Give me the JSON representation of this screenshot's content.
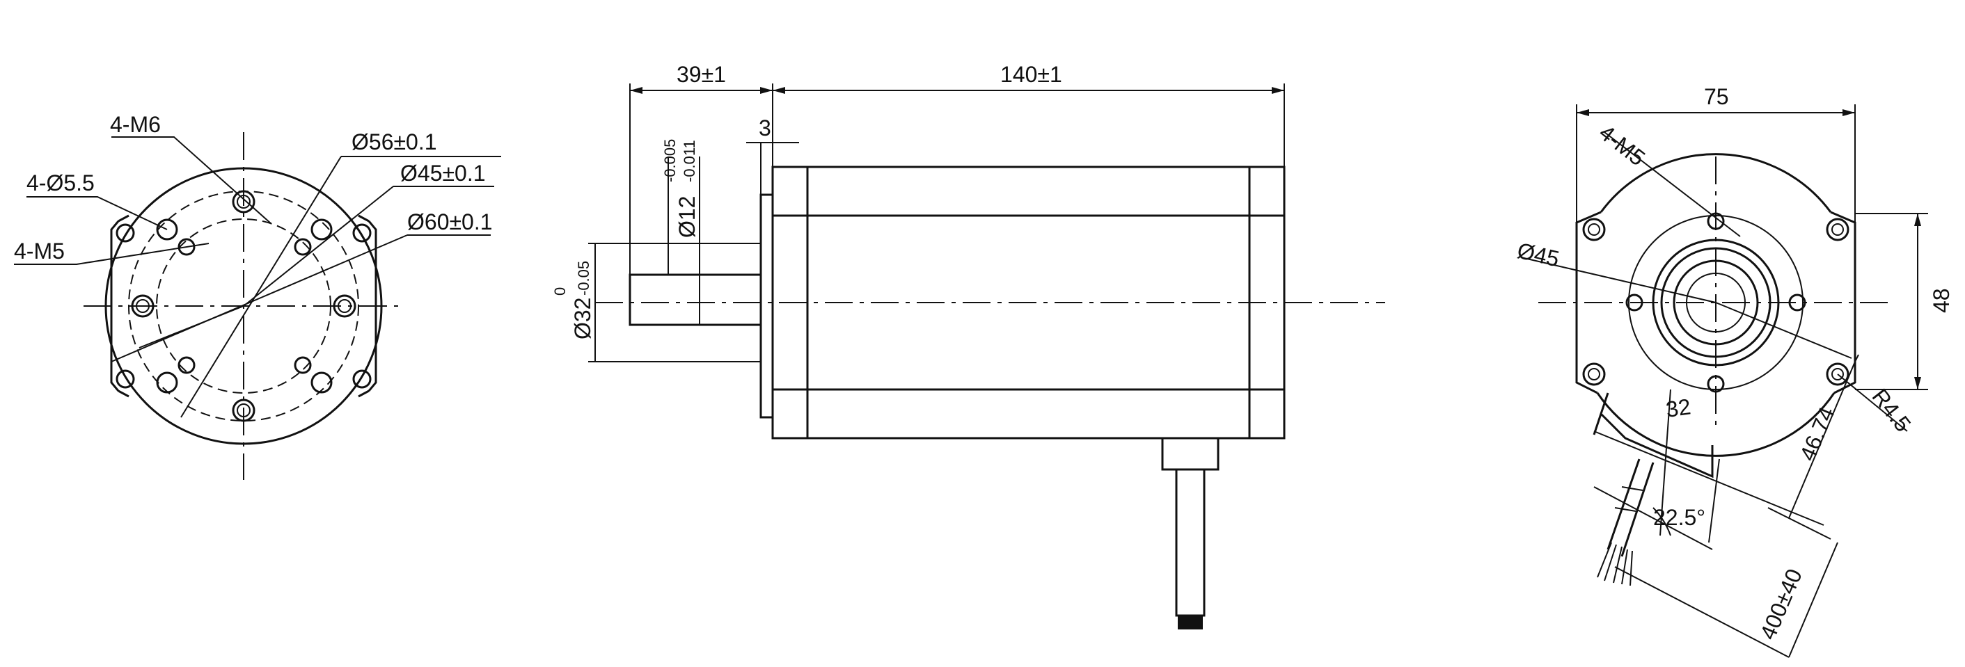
{
  "labels": {
    "front_4m6": "4-M6",
    "front_4d55": "4-Ø5.5",
    "front_4m5": "4-M5",
    "front_d56": "Ø56±0.1",
    "front_d45": "Ø45±0.1",
    "front_d60": "Ø60±0.1",
    "side_39": "39±1",
    "side_140": "140±1",
    "side_3": "3",
    "side_d12": "Ø12",
    "side_d12_tol_up": "-0.005",
    "side_d12_tol_low": "-0.011",
    "side_d32": "Ø32",
    "side_d32_tol_up": "0",
    "side_d32_tol_low": "-0.05",
    "rear_75": "75",
    "rear_4m5": "4-M5",
    "rear_d45": "Ø45",
    "rear_48": "48",
    "rear_r45": "R4.5",
    "rear_32": "32",
    "rear_4674": "46.74",
    "rear_225": "22.5°",
    "rear_400": "400±40"
  },
  "colors": {
    "line": "#111111",
    "background": "#ffffff"
  }
}
